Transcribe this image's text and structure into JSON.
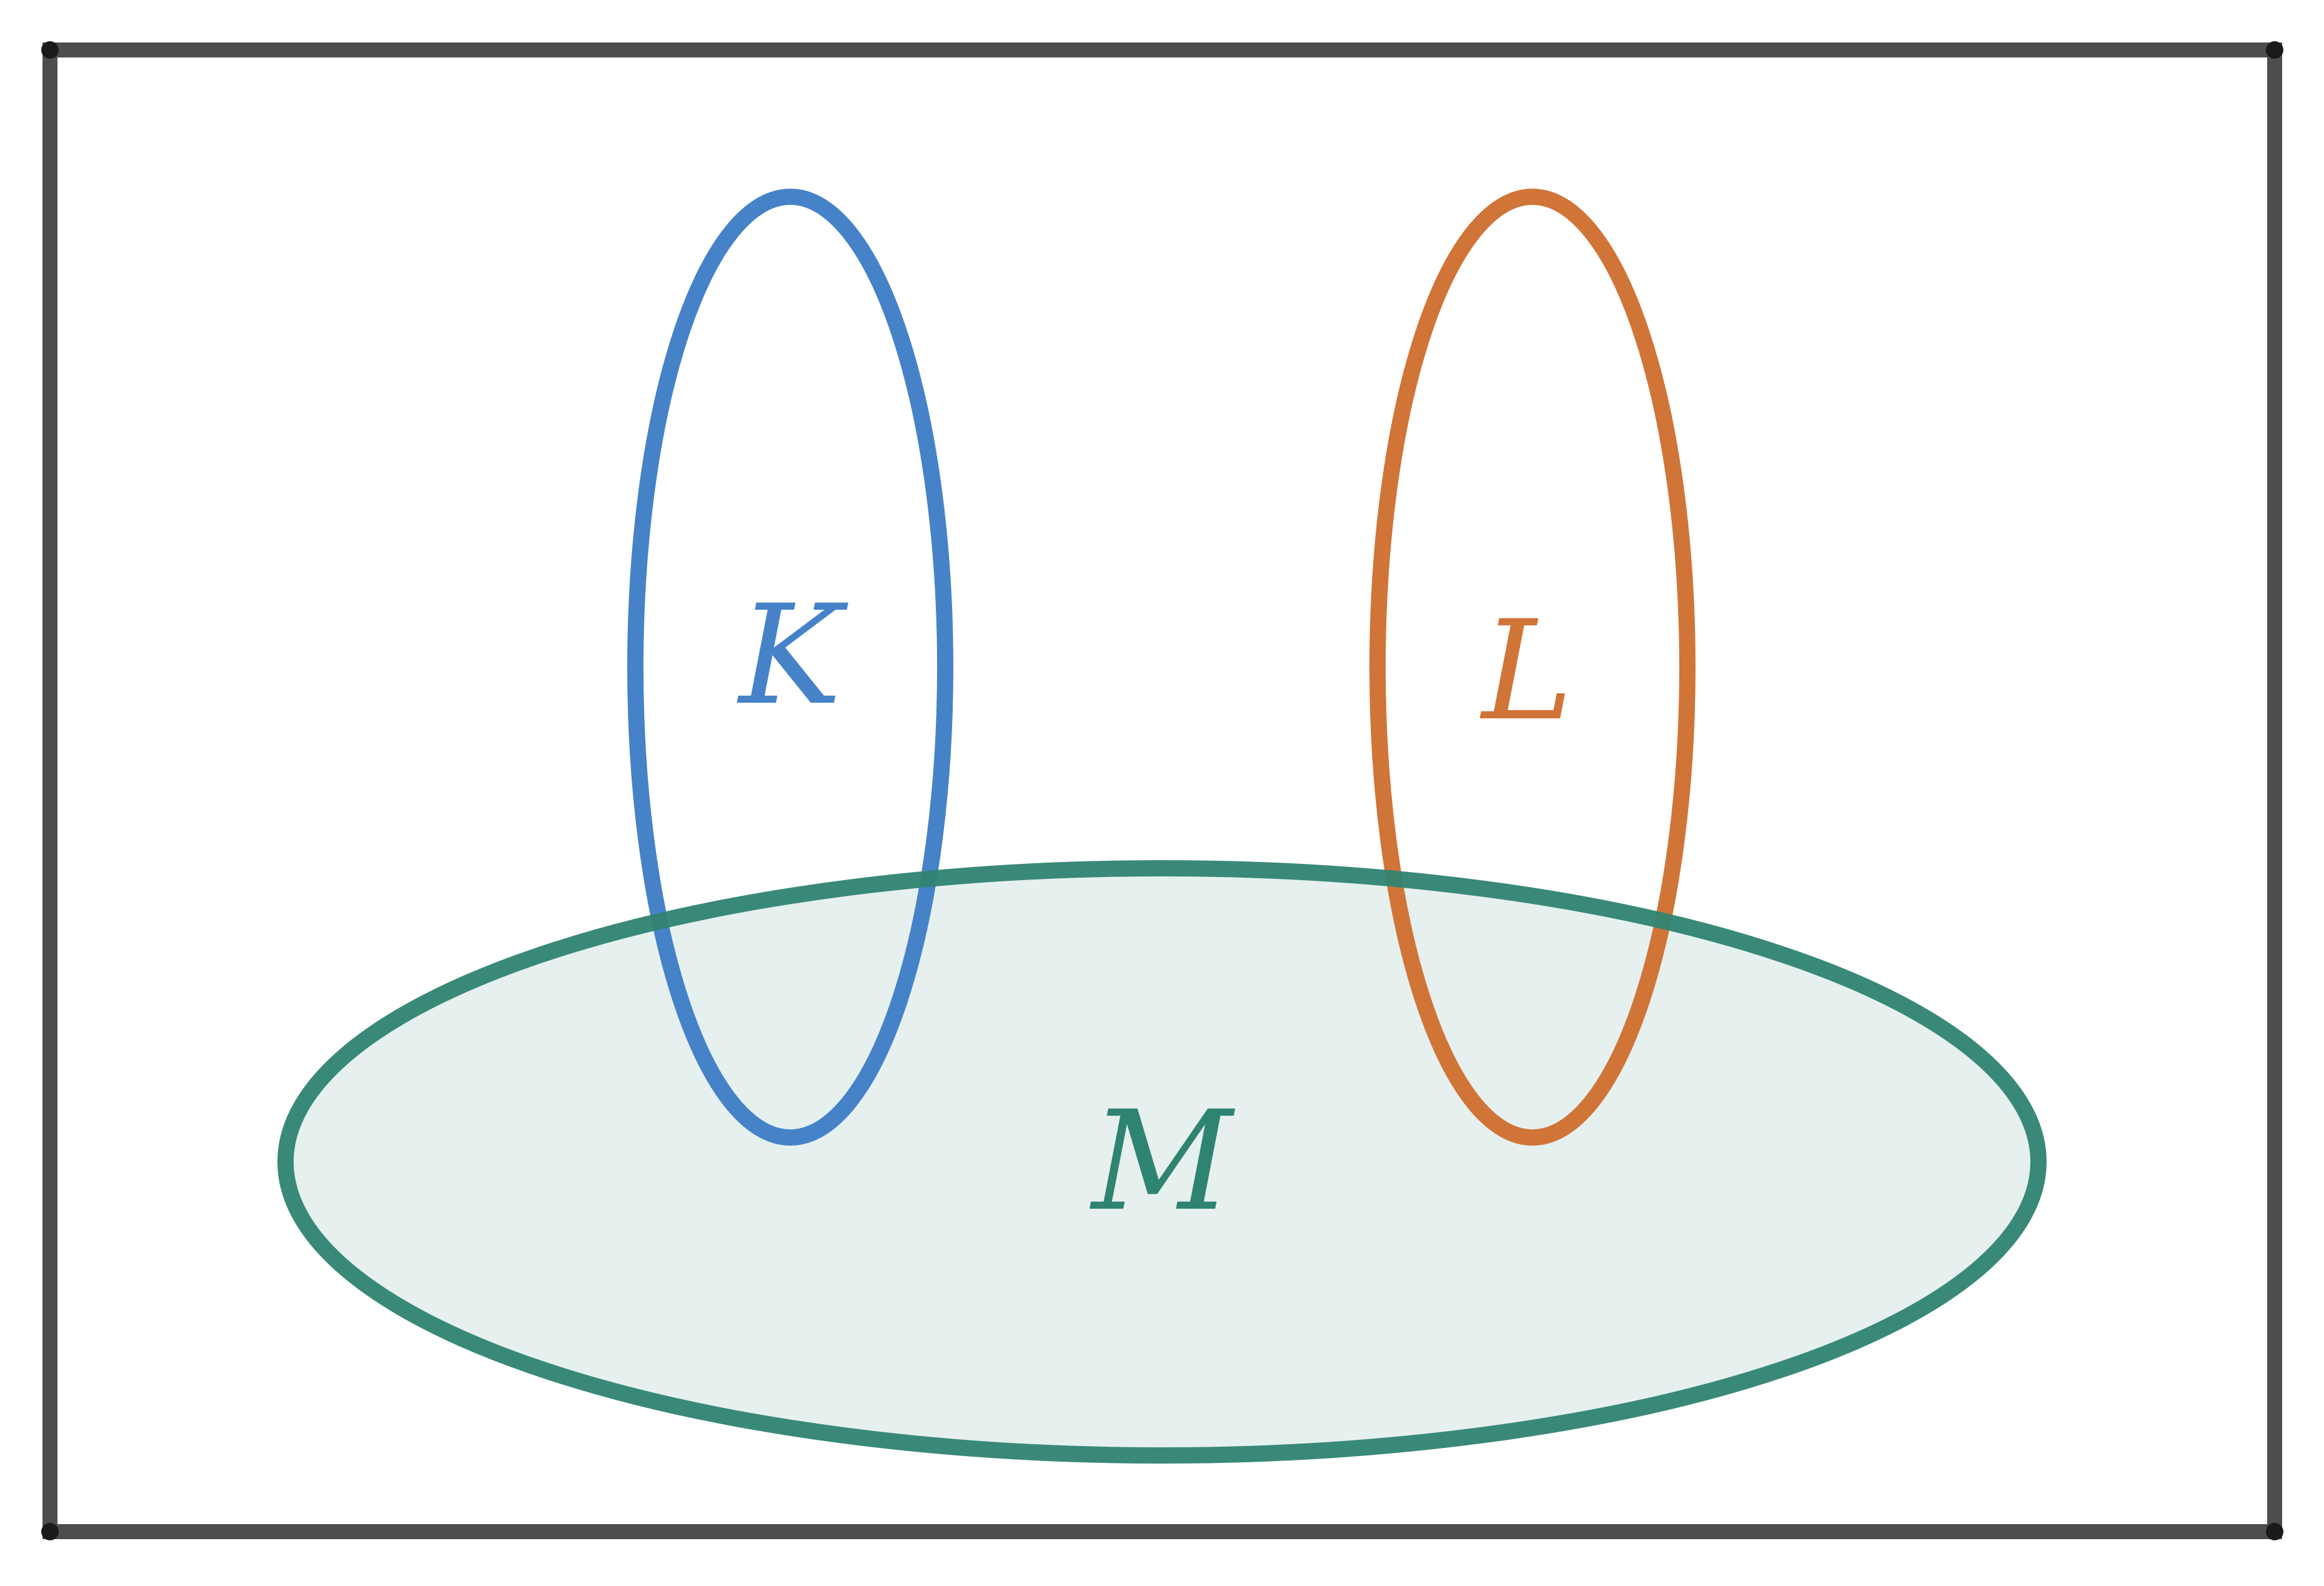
{
  "diagram": {
    "type": "venn",
    "sets": [
      {
        "id": "K",
        "label": "K",
        "color": "#4682c8",
        "filled": false
      },
      {
        "id": "L",
        "label": "L",
        "color": "#d07438",
        "filled": false
      },
      {
        "id": "M",
        "label": "M",
        "color": "#2f8371",
        "fill_color": "#e6f0ee",
        "filled": true
      }
    ],
    "frame_color": "#4d4d4d"
  }
}
